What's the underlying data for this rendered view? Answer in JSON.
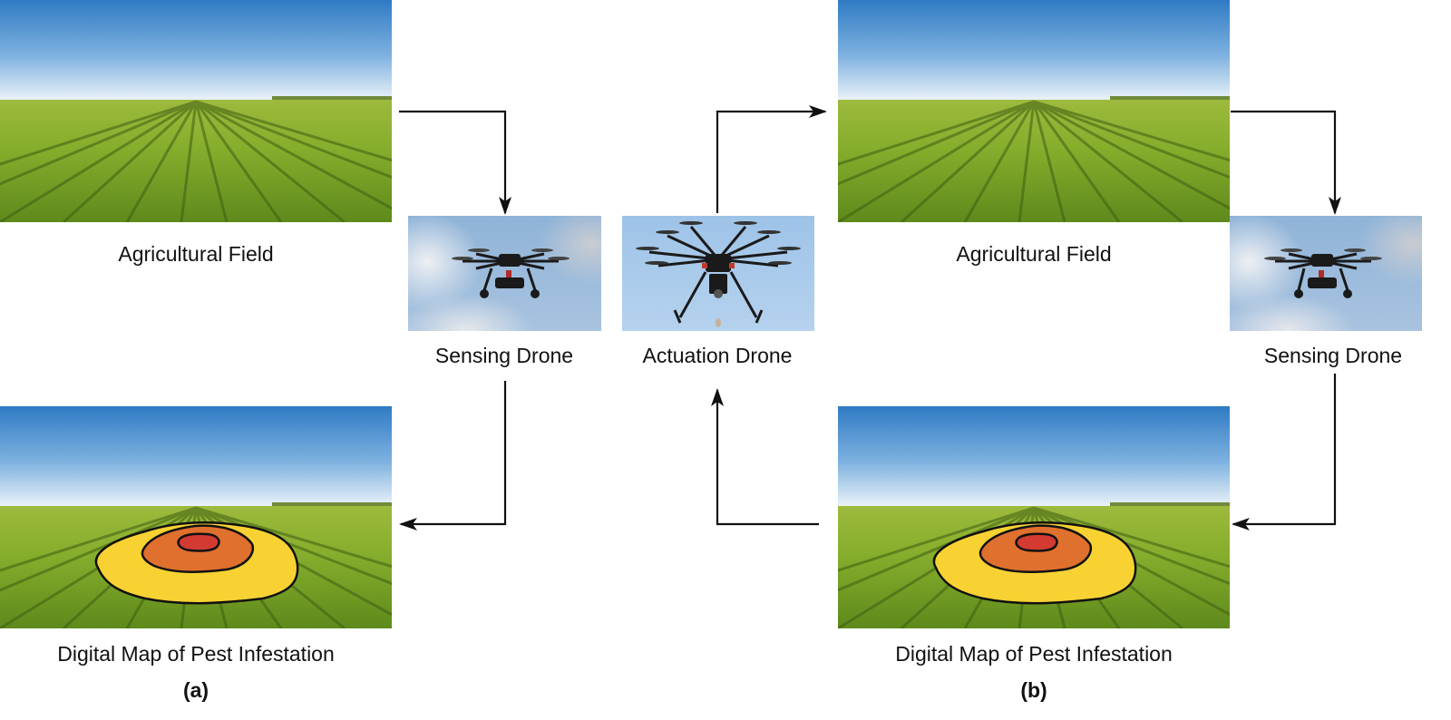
{
  "figure": {
    "panel_a": {
      "tag": "(a)",
      "field_label": "Agricultural Field",
      "sensing_drone_label": "Sensing Drone",
      "map_label": "Digital Map of Pest Infestation"
    },
    "center": {
      "actuation_drone_label": "Actuation Drone"
    },
    "panel_b": {
      "tag": "(b)",
      "field_label": "Agricultural Field",
      "sensing_drone_label": "Sensing Drone",
      "map_label": "Digital Map of Pest Infestation"
    },
    "colors": {
      "arrow": "#111111",
      "infestation_outer": "#f7d232",
      "infestation_middle": "#e0702e",
      "infestation_core": "#d23a32",
      "sky": "#3b87c9",
      "crop": "#7aa62a"
    },
    "flow_a": [
      "Agricultural Field",
      "Sensing Drone",
      "Digital Map of Pest Infestation"
    ],
    "flow_b": [
      "Agricultural Field",
      "Sensing Drone",
      "Digital Map of Pest Infestation",
      "Actuation Drone",
      "Agricultural Field"
    ]
  }
}
